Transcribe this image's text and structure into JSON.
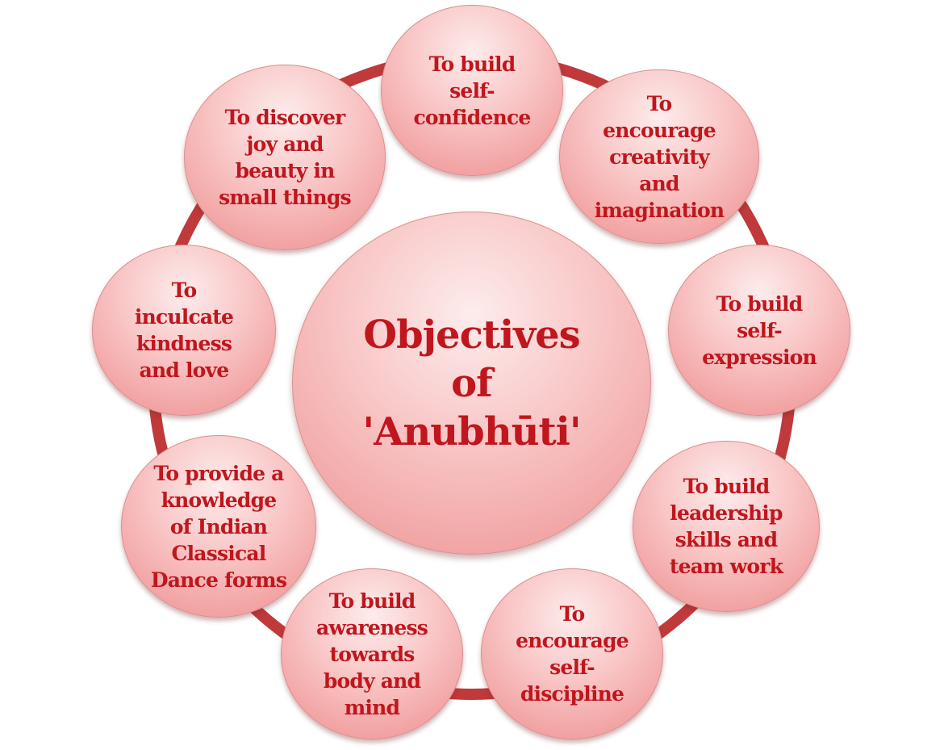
{
  "diagram": {
    "center": "Objectives\nof\n'Anubhūti'",
    "nodes": [
      "To build\nself-\nconfidence",
      "To\nencourage\ncreativity\nand\nimagination",
      "To build\nself-\nexpression",
      "To build\nleadership\nskills and\nteam work",
      "To\nencourage\nself-\ndiscipline",
      "To build\nawareness\ntowards\nbody and\nmind",
      "To provide a\nknowledge\nof Indian\nClassical\nDance forms",
      "To\ninculcate\nkindness\nand love",
      "To  discover\njoy and\nbeauty in\nsmall things"
    ]
  },
  "colors": {
    "text": "#c0161d",
    "ring": "#c0393b",
    "node_fill": "#f6b5b5",
    "node_border": "#d98f8f"
  }
}
